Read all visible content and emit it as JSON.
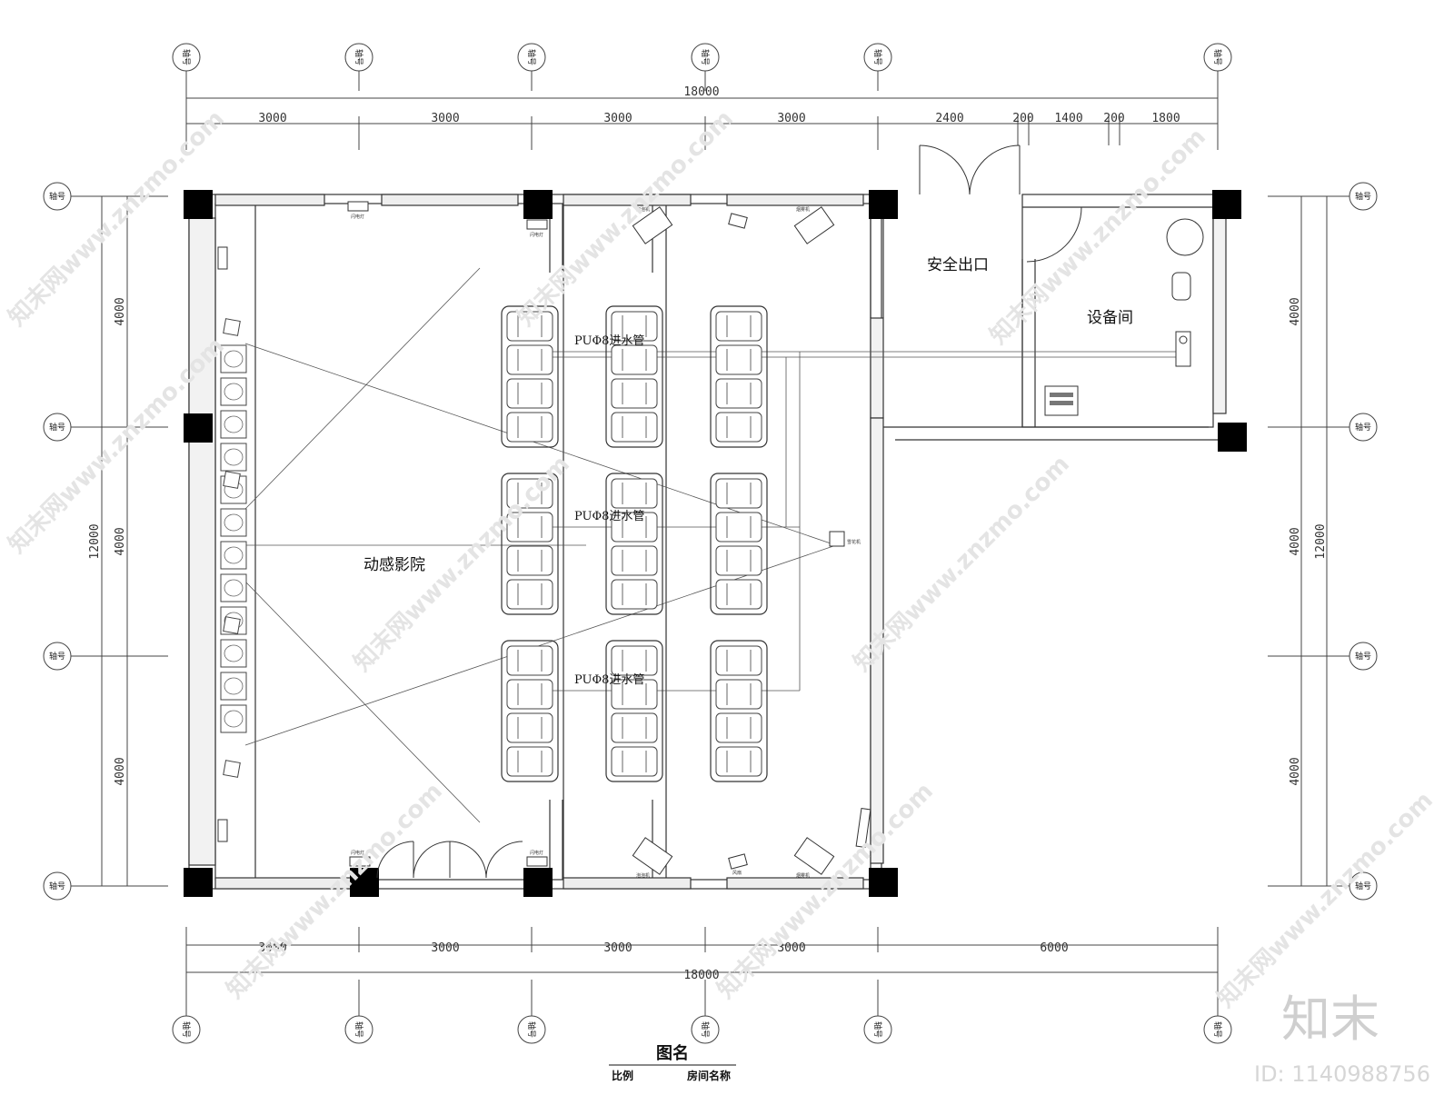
{
  "dimensions": {
    "top_total": "18000",
    "top_segments": [
      "3000",
      "3000",
      "3000",
      "3000",
      "2400",
      "200",
      "1400",
      "200",
      "1800"
    ],
    "bottom_total": "18000",
    "bottom_segments": [
      "3000",
      "3000",
      "3000",
      "3000",
      "6000"
    ],
    "left_total": "12000",
    "left_segments": [
      "4000",
      "4000",
      "4000"
    ],
    "right_total": "12000",
    "right_segments": [
      "4000",
      "4000",
      "4000"
    ]
  },
  "axis_label": "轴号",
  "rooms": {
    "cinema": "动感影院",
    "exit": "安全出口",
    "equipment": "设备间"
  },
  "pipe_labels": [
    "PUΦ8进水管",
    "PUΦ8进水管",
    "PUΦ8进水管"
  ],
  "equipment_tags": {
    "flash": "闪电灯",
    "bubble": "泡泡机",
    "smoke": "烟雾机",
    "snow": "雪花机",
    "fan": "风扇"
  },
  "watermark": "知末网www.znzmo.com",
  "brand": "知末",
  "image_id": "ID: 1140988756",
  "title_block": {
    "title": "图名",
    "scale_label": "比例",
    "room_label": "房间名称"
  }
}
